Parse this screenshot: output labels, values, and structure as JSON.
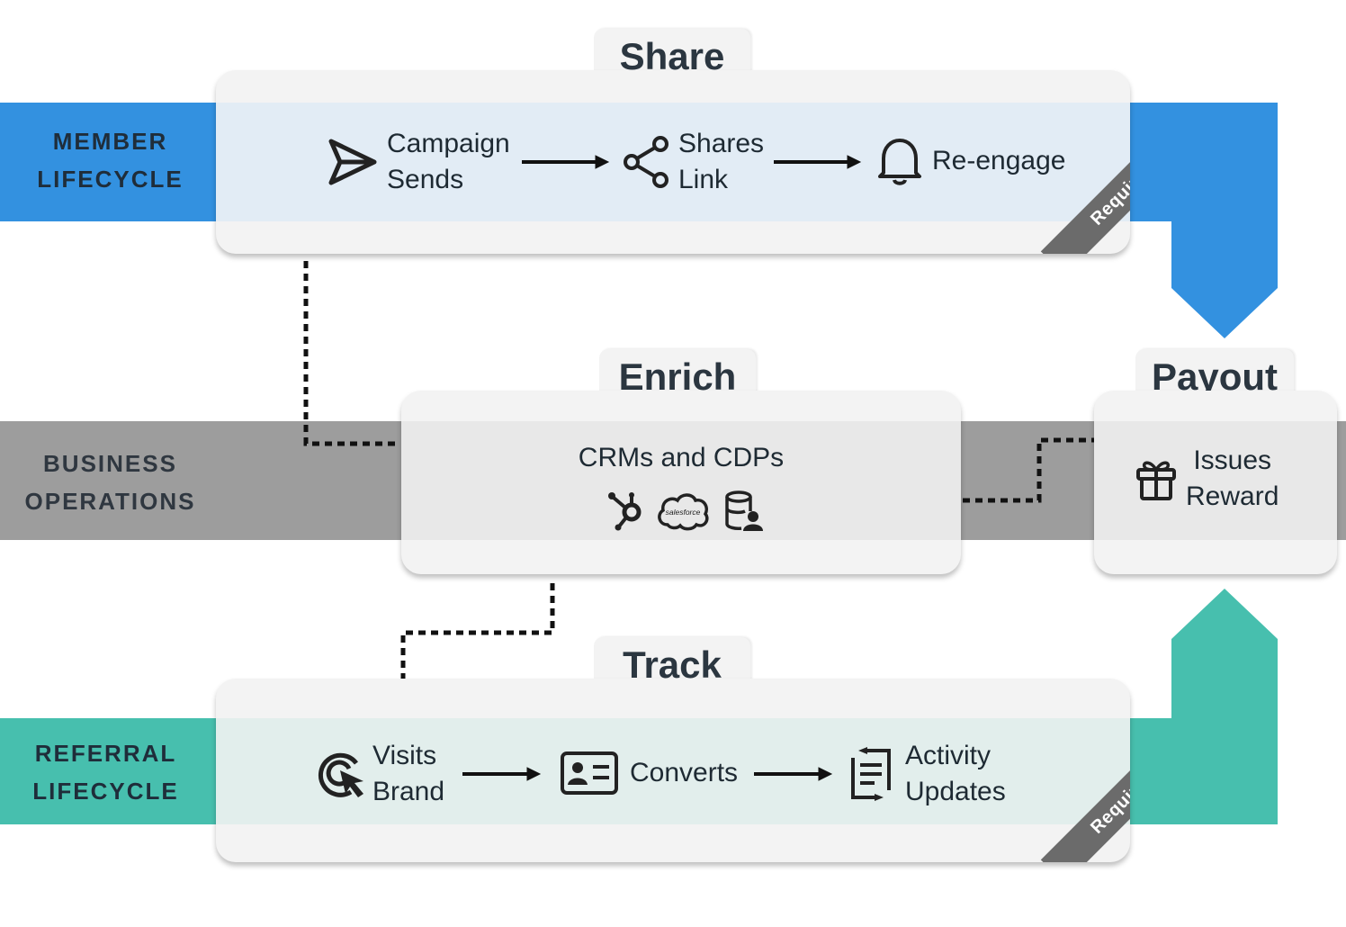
{
  "bands": {
    "member": {
      "label_line1": "MEMBER",
      "label_line2": "LIFECYCLE",
      "color": "#3391e0"
    },
    "business": {
      "label_line1": "BUSINESS",
      "label_line2": "OPERATIONS",
      "color": "#9d9d9d"
    },
    "referral": {
      "label_line1": "REFERRAL",
      "label_line2": "LIFECYCLE",
      "color": "#47bfae"
    }
  },
  "share": {
    "title": "Share",
    "badge": "Required",
    "steps": [
      {
        "icon": "send-icon",
        "line1": "Campaign",
        "line2": "Sends"
      },
      {
        "icon": "share-icon",
        "line1": "Shares",
        "line2": "Link"
      },
      {
        "icon": "bell-icon",
        "line1": "Re-engage",
        "line2": ""
      }
    ]
  },
  "enrich": {
    "title": "Enrich",
    "subtitle": "CRMs and CDPs",
    "icons": [
      "hubspot-icon",
      "salesforce-icon",
      "database-user-icon"
    ],
    "salesforce_text": "salesforce"
  },
  "payout": {
    "title": "Payout",
    "line1": "Issues",
    "line2": "Reward",
    "icon": "gift-icon"
  },
  "track": {
    "title": "Track",
    "badge": "Required",
    "steps": [
      {
        "icon": "click-target-icon",
        "line1": "Visits",
        "line2": "Brand"
      },
      {
        "icon": "id-card-icon",
        "line1": "Converts",
        "line2": ""
      },
      {
        "icon": "activity-log-icon",
        "line1": "Activity",
        "line2": "Updates"
      }
    ]
  },
  "colors": {
    "member_stripe": "#e2ecf5",
    "business_stripe": "#e6e6e6",
    "referral_stripe": "#e2eeec",
    "card_bg": "#f3f3f3",
    "ribbon": "#6b6b6b"
  }
}
